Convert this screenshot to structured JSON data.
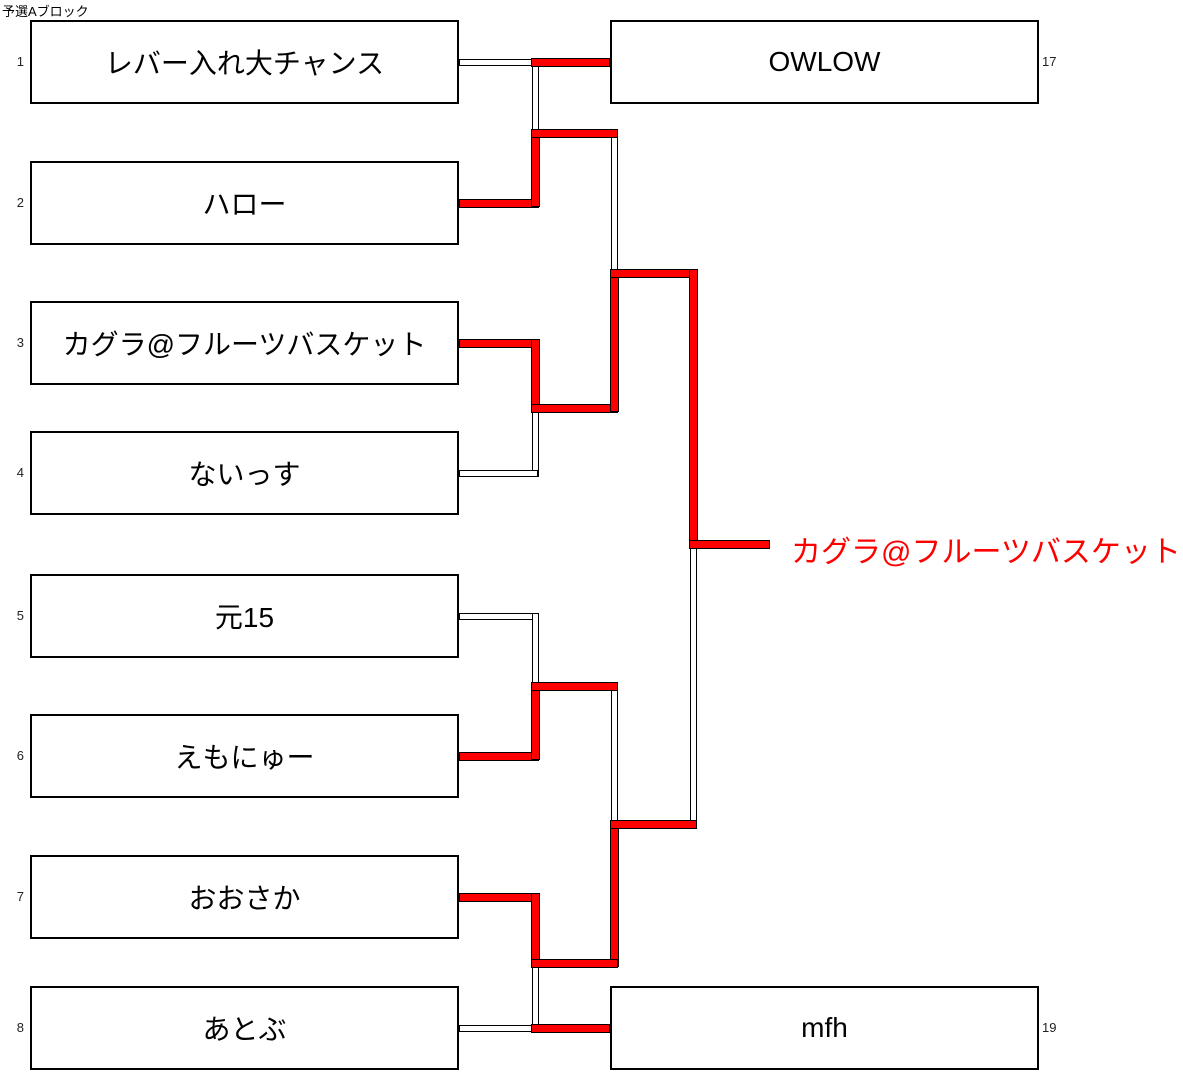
{
  "title": "予選Aブロック",
  "champion_label": "カグラ@フルーツバスケット",
  "entries": {
    "left": [
      {
        "num": "1",
        "name": "レバー入れ大チャンス"
      },
      {
        "num": "2",
        "name": "ハロー"
      },
      {
        "num": "3",
        "name": "カグラ@フルーツバスケット"
      },
      {
        "num": "4",
        "name": "ないっす"
      },
      {
        "num": "5",
        "name": "元15"
      },
      {
        "num": "6",
        "name": "えもにゅー"
      },
      {
        "num": "7",
        "name": "おおさか"
      },
      {
        "num": "8",
        "name": "あとぶ"
      }
    ],
    "right": [
      {
        "num": "17",
        "name": "OWLOW"
      },
      {
        "num": "19",
        "name": "mfh"
      }
    ]
  },
  "red_path_results": [
    {
      "match": "レバー入れ大チャンス vs OWLOW",
      "winner": "OWLOW"
    },
    {
      "match": "OWLOW vs ハロー",
      "winner": "ハロー"
    },
    {
      "match": "カグラ@フルーツバスケット vs ないっす",
      "winner": "カグラ@フルーツバスケット"
    },
    {
      "match": "ハロー vs カグラ@フルーツバスケット",
      "winner": "カグラ@フルーツバスケット"
    },
    {
      "match": "元15 vs えもにゅー",
      "winner": "えもにゅー"
    },
    {
      "match": "あとぶ vs mfh",
      "winner": "mfh"
    },
    {
      "match": "おおさか vs mfh",
      "winner": "おおさか"
    },
    {
      "match": "えもにゅー vs おおさか",
      "winner": "おおさか"
    },
    {
      "match": "カグラ@フルーツバスケット vs おおさか",
      "winner": "カグラ@フルーツバスケット"
    }
  ],
  "colors": {
    "winner_path": "#ff0000",
    "winner_text": "#ff0000",
    "line": "#000000",
    "background": "#ffffff"
  },
  "connectors": [
    [
      "h",
      62,
      459,
      535,
      0
    ],
    [
      "v",
      535,
      59,
      136,
      0
    ],
    [
      "v",
      614,
      130,
      277,
      0
    ],
    [
      "v",
      535,
      404,
      477,
      0
    ],
    [
      "h",
      473,
      459,
      538,
      0
    ],
    [
      "h",
      616,
      459,
      538,
      0
    ],
    [
      "v",
      535,
      613,
      690,
      0
    ],
    [
      "v",
      614,
      682,
      828,
      0
    ],
    [
      "v",
      693,
      540,
      828,
      0
    ],
    [
      "v",
      535,
      959,
      1031,
      0
    ],
    [
      "h",
      1028,
      459,
      535,
      0
    ],
    [
      "h",
      62,
      531,
      610,
      1
    ],
    [
      "h",
      203,
      459,
      539,
      1
    ],
    [
      "v",
      535,
      129,
      207,
      1
    ],
    [
      "h",
      133,
      531,
      618,
      1
    ],
    [
      "h",
      343,
      459,
      539,
      1
    ],
    [
      "v",
      535,
      339,
      412,
      1
    ],
    [
      "h",
      408,
      531,
      618,
      1
    ],
    [
      "v",
      614,
      269,
      412,
      1
    ],
    [
      "h",
      273,
      610,
      697,
      1
    ],
    [
      "v",
      693,
      269,
      548,
      1
    ],
    [
      "h",
      544,
      689,
      770,
      1
    ],
    [
      "h",
      756,
      459,
      539,
      1
    ],
    [
      "v",
      535,
      682,
      760,
      1
    ],
    [
      "h",
      686,
      531,
      618,
      1
    ],
    [
      "v",
      614,
      820,
      967,
      1
    ],
    [
      "h",
      824,
      610,
      697,
      1
    ],
    [
      "h",
      897,
      459,
      539,
      1
    ],
    [
      "v",
      535,
      893,
      967,
      1
    ],
    [
      "h",
      963,
      531,
      618,
      1
    ],
    [
      "h",
      1028,
      531,
      610,
      1
    ]
  ]
}
